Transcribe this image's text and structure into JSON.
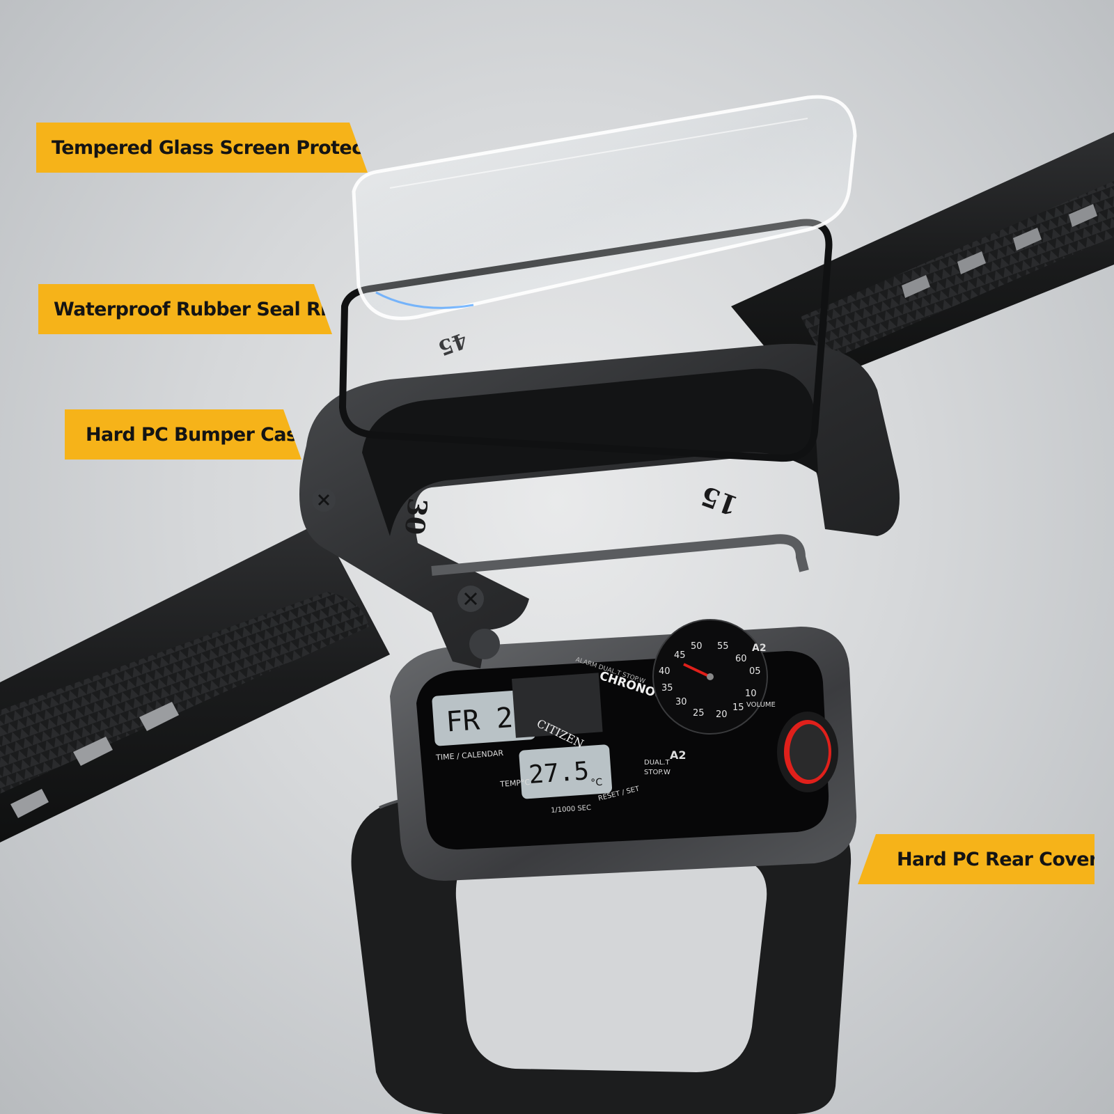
{
  "callouts": {
    "glass": "Tempered Glass Screen Protector",
    "seal": "Waterproof Rubber Seal Ring",
    "bumper": "Hard PC Bumper Case",
    "rear": "Hard PC Rear Cover"
  },
  "bezel_numbers": {
    "left": "30",
    "right": "15",
    "back": "45"
  },
  "watch_face": {
    "day": "FR 25",
    "temperature": "27.5",
    "temperature_unit": "°C",
    "brand": "CITIZEN",
    "title": "CHRONOGRAPH",
    "subtitle": "ALARM  DUAL.T  STOP.W",
    "label_time": "TIME / CALENDAR",
    "label_temp": "TEMP°C",
    "label_sec": "1/1000 SEC",
    "label_reset": "RESET / SET",
    "label_volume": "VOLUME",
    "model_top": "A2",
    "model_bottom": "A2",
    "dual_t": "DUAL.T",
    "stop_w": "STOP.W",
    "dial_numbers": [
      "40",
      "45",
      "50",
      "55",
      "60",
      "05",
      "10",
      "15",
      "20",
      "25",
      "30",
      "35"
    ]
  },
  "colors": {
    "callout": "#f6b319",
    "crown_ring": "#e0201b"
  },
  "icons": [
    "screw-icon",
    "crown-icon"
  ]
}
